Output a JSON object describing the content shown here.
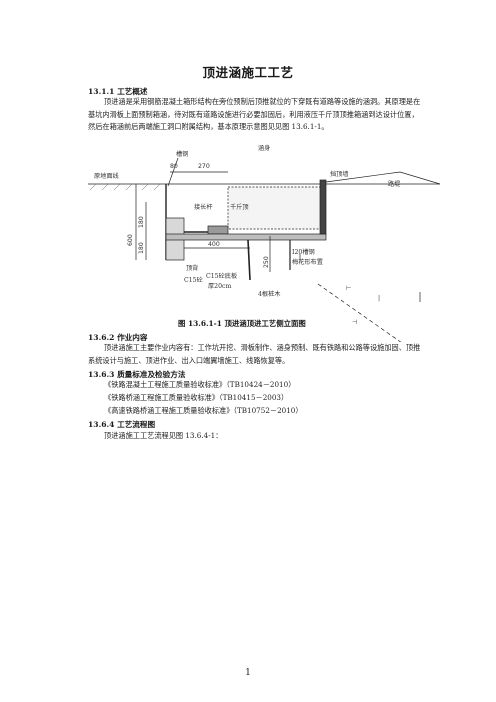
{
  "title": "顶进涵施工工艺",
  "s1": {
    "heading": "13.1.1 工艺概述",
    "body": "顶进涵是采用钢筋混凝土箱形结构在旁位预制后顶推就位的下穿既有道路等设施的涵洞。其原理是在基坑内滑板上面预制箱涵，待对既有道路设施进行必要加固后，利用液压千斤顶顶推箱涵到达设计位置，然后在箱涵前后两端施工洞口附属结构，基本原理示意图见见图 13.6.1-1。"
  },
  "figure": {
    "caption": "图 13.6.1-1   顶进涵顶进工艺侧立面图",
    "labels": {
      "groove_steel": "槽钢",
      "ground_line": "原地面线",
      "culvert": "涵身",
      "d80": "80",
      "d270": "270",
      "extension_rod": "接长杆",
      "jack": "千斤顶",
      "parapet": "挡顶墙",
      "embankment": "路堤",
      "d600": "600",
      "d180a": "180",
      "d180b": "180",
      "d400": "400",
      "d250": "250",
      "i20": "I20槽钢",
      "plum_layout": "梅花形布置",
      "backrest": "顶背",
      "c15": "C15砼",
      "c15_slab": "C15砼底板",
      "thick20": "厚20cm",
      "piles": "4根桩木",
      "marks": [
        "⊢",
        "⊣",
        "|",
        "·",
        "⌐"
      ]
    }
  },
  "s2": {
    "heading": "13.6.2 作业内容",
    "body": "顶进涵施工主要作业内容有：工作坑开挖、滑板制作、涵身预制、既有铁路和公路等设施加固、顶推系统设计与施工、顶进作业、出入口端翼墙施工、线路恢复等。"
  },
  "s3": {
    "heading": "13.6.3 质量标准及检验方法",
    "items": [
      "《铁路混凝土工程施工质量验收标准》（TB10424－2010）",
      "《铁路桥涵工程施工质量验收标准》（TB10415－2003）",
      "《高速铁路桥涵工程施工质量验收标准》（TB10752－2010）"
    ]
  },
  "s4": {
    "heading": "13.6.4 工艺流程图",
    "body": "顶进涵施工工艺流程见图 13.6.4-1："
  },
  "page_number": "1"
}
